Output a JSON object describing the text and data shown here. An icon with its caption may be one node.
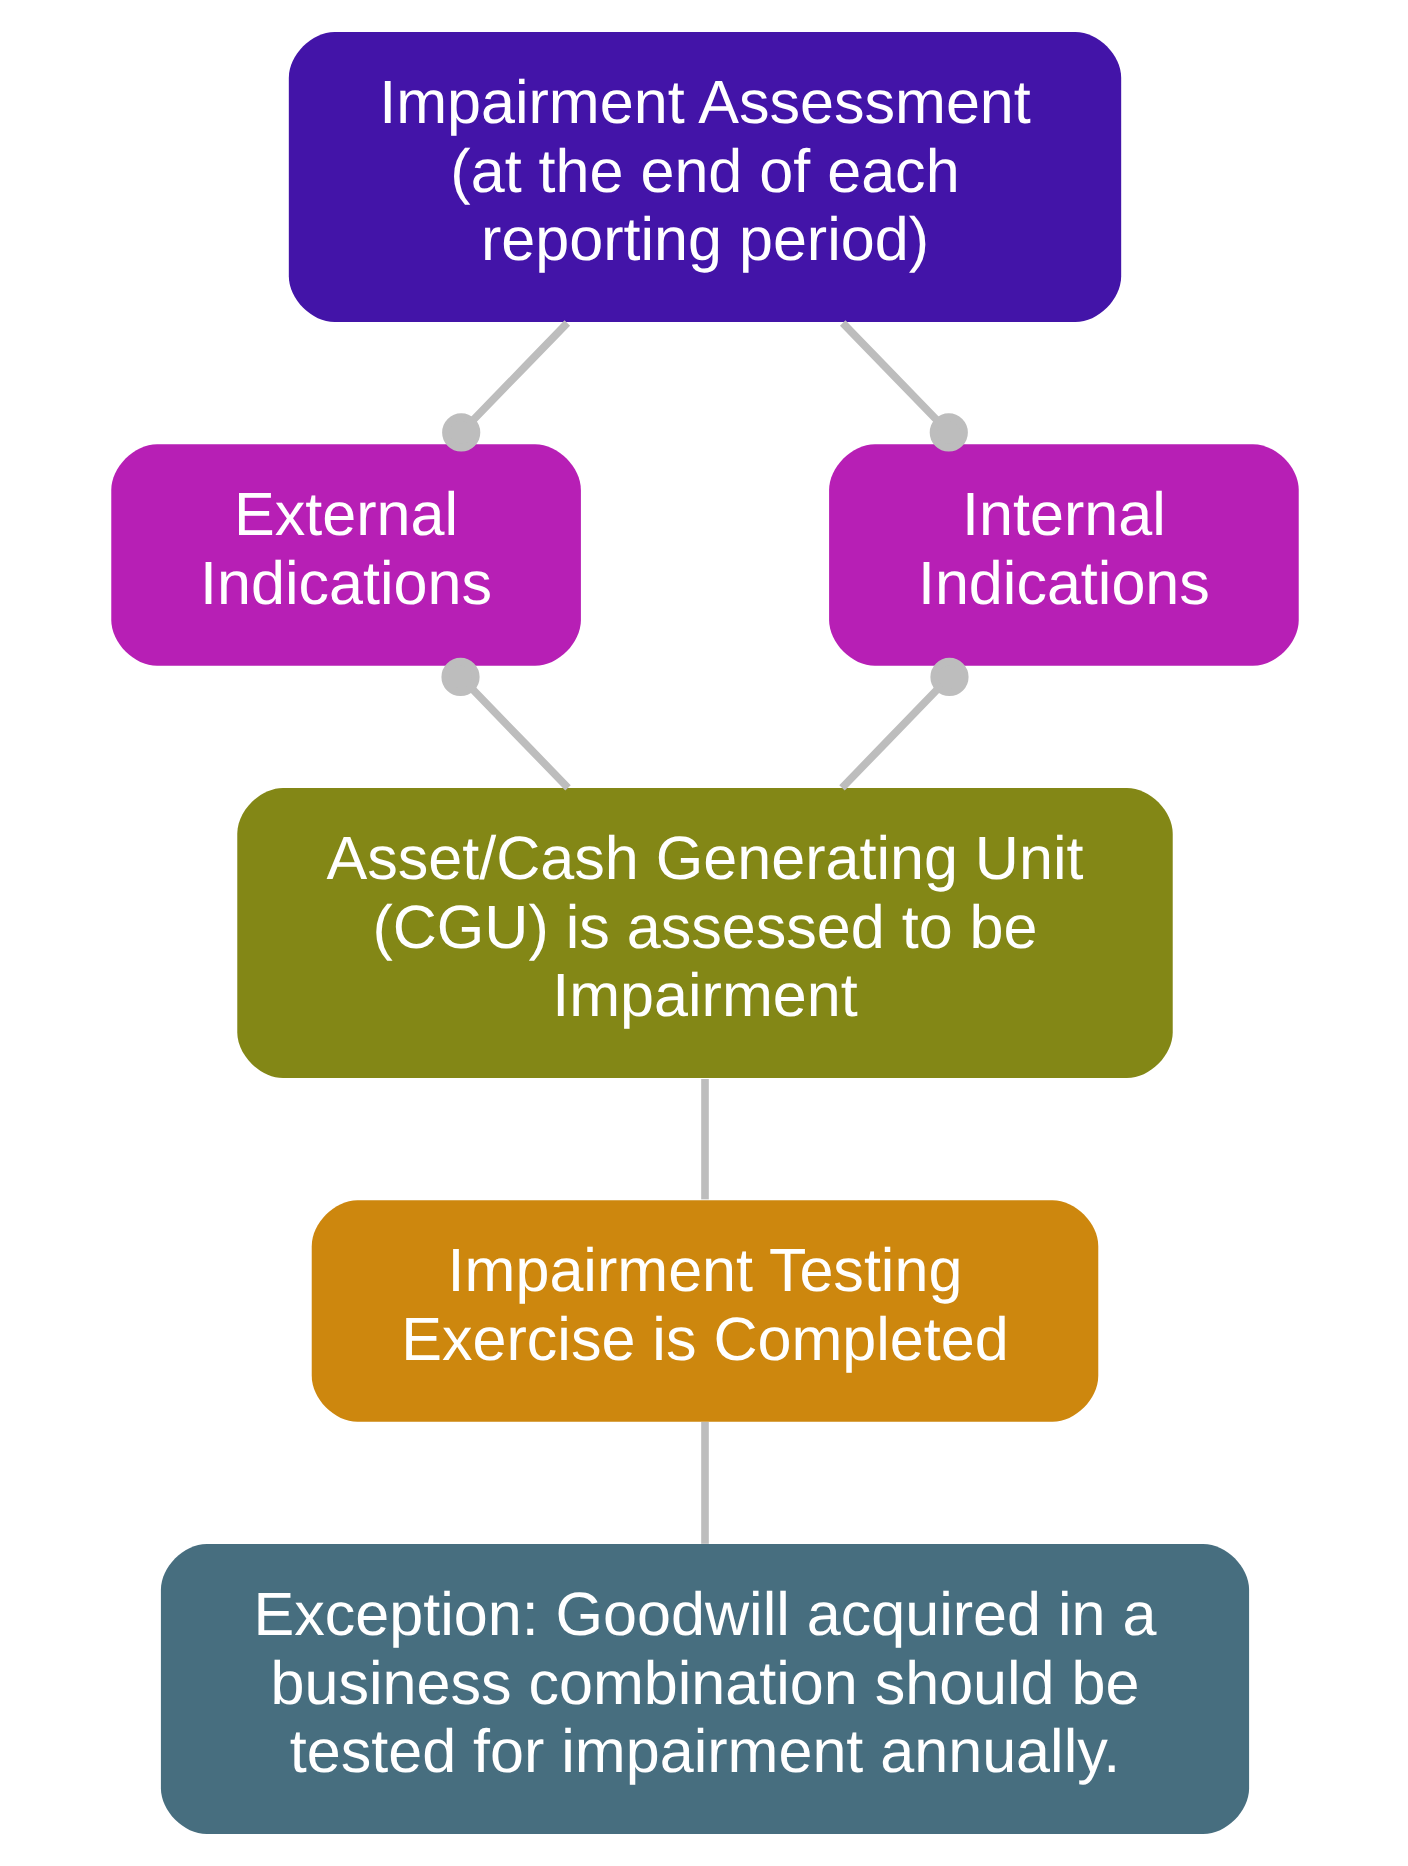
{
  "diagram": {
    "nodes": [
      {
        "text": [
          "Impairment Assessment (at the end of each reporting period)"
        ]
      },
      {
        "text": [
          "External Indications"
        ]
      },
      {
        "text": [
          "Internal Indications"
        ]
      },
      {
        "text": [
          "Asset/Cash Generating Unit (CGU) is assessed to be Impairment"
        ]
      },
      {
        "text": [
          "Impairment Testing Exercise is Completed"
        ]
      },
      {
        "text": [
          "Exception: Goodwill acquired in a business combination should be tested for impairment annually."
        ]
      }
    ],
    "edges": [
      {
        "from": 0,
        "to": 1,
        "arrow": "other"
      },
      {
        "from": 0,
        "to": 2,
        "arrow": "other"
      },
      {
        "from": 1,
        "to": 3,
        "arrow": "other"
      },
      {
        "from": 2,
        "to": 3,
        "arrow": "other"
      },
      {
        "from": 3,
        "to": 4,
        "arrow": "none"
      },
      {
        "from": 4,
        "to": 5,
        "arrow": "none"
      }
    ]
  }
}
